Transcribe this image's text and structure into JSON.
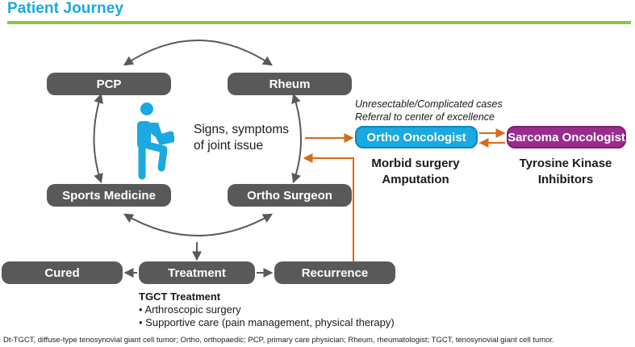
{
  "title": "Patient Journey",
  "colors": {
    "accent_blue": "#1aa9e0",
    "accent_green": "#8cc63f",
    "node_gray": "#595959",
    "arrow_gray": "#595959",
    "arrow_orange": "#d9691a",
    "sarcoma_purple": "#9b2c8c"
  },
  "nodes": {
    "pcp": "PCP",
    "rheum": "Rheum",
    "sports_medicine": "Sports Medicine",
    "ortho_surgeon": "Ortho Surgeon",
    "cured": "Cured",
    "treatment": "Treatment",
    "recurrence": "Recurrence",
    "ortho_oncologist": "Ortho Oncologist",
    "sarcoma_oncologist": "Sarcoma Oncologist"
  },
  "icon": "person-walking-icon",
  "signs": {
    "line1": "Signs, symptoms",
    "line2": "of joint issue"
  },
  "referral": {
    "line1": "Unresectable/Complicated cases",
    "line2": "Referral to center of excellence"
  },
  "ortho_onc_outcomes": {
    "line1": "Morbid surgery",
    "line2": "Amputation"
  },
  "sarcoma_onc_outcomes": {
    "line1": "Tyrosine Kinase",
    "line2": "Inhibitors"
  },
  "tgct_treatment": {
    "heading": "TGCT Treatment",
    "items": [
      "• Arthroscopic surgery",
      "• Supportive care (pain management, physical therapy)"
    ]
  },
  "footnote": "Dt-TGCT, diffuse-type tenosynovial giant cell tumor; Ortho, orthopaedic; PCP, primary care physician; Rheum, rheumatologist; TGCT, tenosynovial giant cell tumor."
}
